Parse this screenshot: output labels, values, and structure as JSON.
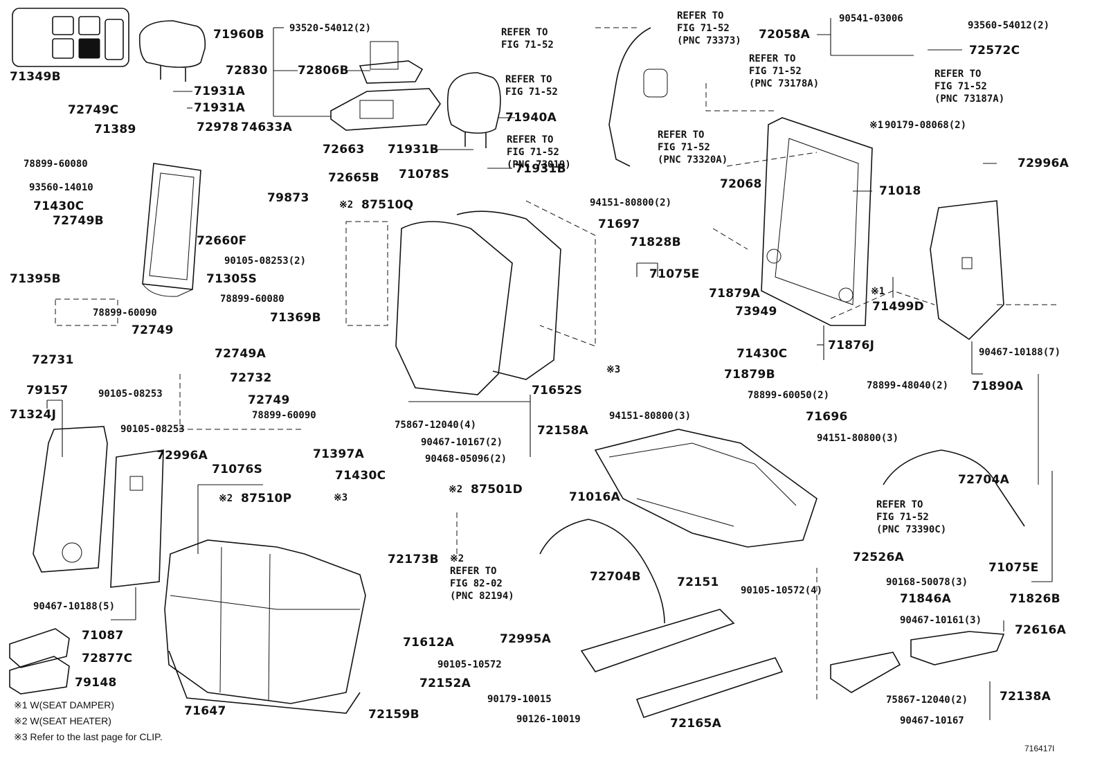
{
  "figure_id": "716417I",
  "notes": [
    "※1 W(SEAT DAMPER)",
    "※2 W(SEAT HEATER)",
    "※3 Refer to the last page for CLIP."
  ],
  "part_numbers": {
    "p71960B": "71960B",
    "p71349B": "71349B",
    "p72749C": "72749C",
    "p71389": "71389",
    "p78899_60080a": "78899-60080",
    "p93560_14010": "93560-14010",
    "p71430C_a": "71430C",
    "p72749B": "72749B",
    "p71395B": "71395B",
    "p78899_60090a": "78899-60090",
    "p72749_a": "72749",
    "p72731": "72731",
    "p90105_08253_a": "90105-08253",
    "p79157": "79157",
    "p71324J": "71324J",
    "p90467_10188_5": "90467-10188(5)",
    "p71087": "71087",
    "p72877C": "72877C",
    "p79148": "79148",
    "p71647": "71647",
    "p93520_54012": "93520-54012(2)",
    "p72830": "72830",
    "p72806B": "72806B",
    "p71931A_a": "71931A",
    "p71931A_b": "71931A",
    "p72978": "72978",
    "p74633A": "74633A",
    "p72663": "72663",
    "p72665B": "72665B",
    "p79873": "79873",
    "p72660F": "72660F",
    "p90105_08253_2": "90105-08253(2)",
    "p71305S": "71305S",
    "p78899_60080b": "78899-60080",
    "p71369B": "71369B",
    "p72749A": "72749A",
    "p72732": "72732",
    "p72749_b": "72749",
    "p78899_60090b": "78899-60090",
    "p90105_08253_b": "90105-08253",
    "p72996A_a": "72996A",
    "p71397A": "71397A",
    "p71430C_b": "71430C",
    "p71076S": "71076S",
    "p87510P": "87510P",
    "p71940A": "71940A",
    "p71931B_a": "71931B",
    "p71931B_b": "71931B",
    "p71078S": "71078S",
    "p87510Q": "87510Q",
    "p71697": "71697",
    "p71652S": "71652S",
    "p75867_12040_4": "75867-12040(4)",
    "p90467_10167_2": "90467-10167(2)",
    "p90468_05096_2": "90468-05096(2)",
    "p72158A": "72158A",
    "p87501D": "87501D",
    "p72173B": "72173B",
    "p71612A": "71612A",
    "p72152A": "72152A",
    "p72159B": "72159B",
    "p71828B": "71828B",
    "p71075E_a": "71075E",
    "p72058A": "72058A",
    "p90541_03006": "90541-03006",
    "p93560_54012_2": "93560-54012(2)",
    "p72572C": "72572C",
    "p90179_08068_2": "90179-08068(2)",
    "p72068": "72068",
    "p94151_80800_2": "94151-80800(2)",
    "p71018": "71018",
    "p72996A_b": "72996A",
    "p71879A": "71879A",
    "p73949": "73949",
    "p71430C_c": "71430C",
    "p71876J": "71876J",
    "p71879B": "71879B",
    "p71499D": "71499D",
    "p90467_10188_7": "90467-10188(7)",
    "p78899_48040_2": "78899-48040(2)",
    "p71890A": "71890A",
    "p78899_60050_2": "78899-60050(2)",
    "p94151_80800_3a": "94151-80800(3)",
    "p71696": "71696",
    "p94151_80800_3b": "94151-80800(3)",
    "p71016A": "71016A",
    "p72704A": "72704A",
    "p72704B": "72704B",
    "p72151": "72151",
    "p72526A": "72526A",
    "p90168_50078_3": "90168-50078(3)",
    "p90105_10572_4": "90105-10572(4)",
    "p71846A": "71846A",
    "p71075E_b": "71075E",
    "p71826B": "71826B",
    "p72995A": "72995A",
    "p90105_10572": "90105-10572",
    "p90467_10161_3": "90467-10161(3)",
    "p72616A": "72616A",
    "p90179_10015": "90179-10015",
    "p90126_10019": "90126-10019",
    "p72165A": "72165A",
    "p75867_12040_2": "75867-12040(2)",
    "p72138A": "72138A",
    "p90467_10167": "90467-10167"
  },
  "marks": {
    "m1": "※1",
    "m2a": "※2",
    "m2b": "※2",
    "m2c": "※2",
    "m2d": "※2",
    "m3a": "※3",
    "m3b": "※3",
    "m1b": "※1"
  },
  "references": {
    "r1": [
      "REFER TO",
      "FIG 71-52"
    ],
    "r2": [
      "REFER TO",
      "FIG 71-52"
    ],
    "r3": [
      "REFER TO",
      "FIG 71-52",
      "(PNC 73019)"
    ],
    "r4": [
      "REFER TO",
      "FIG 71-52",
      "(PNC 73373)"
    ],
    "r5": [
      "REFER TO",
      "FIG 71-52",
      "(PNC 73178A)"
    ],
    "r6": [
      "REFER TO",
      "FIG 71-52",
      "(PNC 73187A)"
    ],
    "r7": [
      "REFER TO",
      "FIG 71-52",
      "(PNC 73320A)"
    ],
    "r8": [
      "REFER TO",
      "FIG 71-52",
      "(PNC 73390C)"
    ],
    "r9": [
      "REFER TO",
      "FIG 82-02",
      "(PNC 82194)"
    ]
  }
}
